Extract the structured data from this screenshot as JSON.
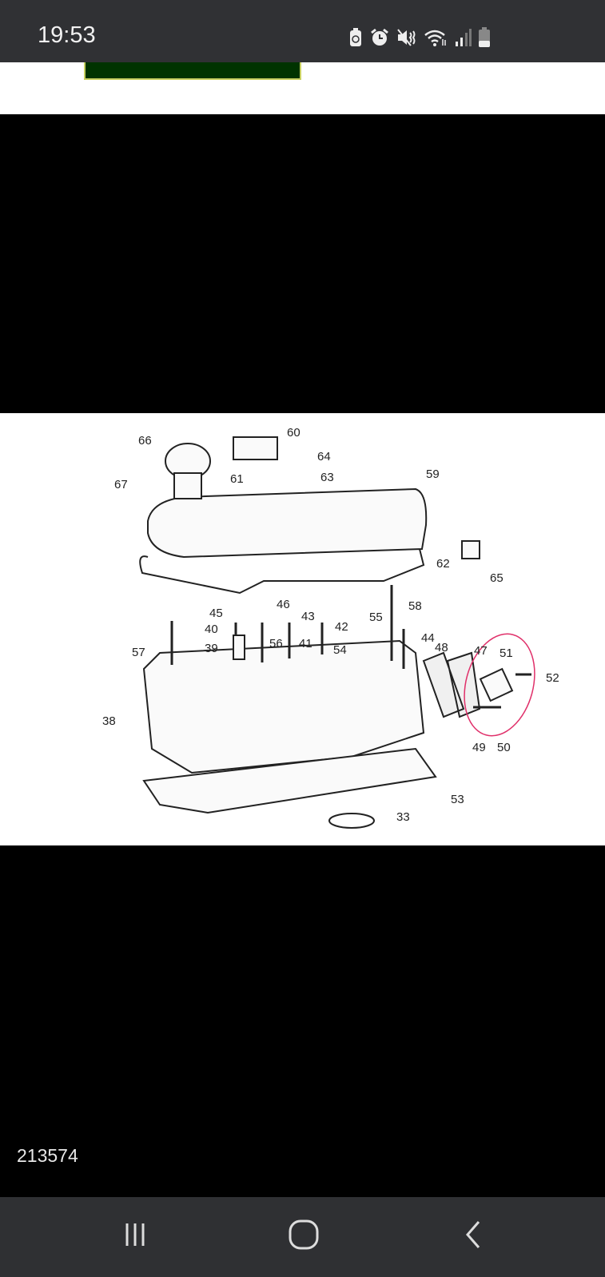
{
  "status_bar": {
    "time": "19:53",
    "icons": [
      "battery-saver-icon",
      "alarm-icon",
      "mute-icon",
      "wifi-icon",
      "signal-icon",
      "battery-icon"
    ]
  },
  "image": {
    "id_text": "213574",
    "diagram_labels": [
      "66",
      "60",
      "64",
      "61",
      "63",
      "59",
      "67",
      "62",
      "65",
      "46",
      "45",
      "58",
      "43",
      "40",
      "42",
      "55",
      "44",
      "48",
      "47",
      "51",
      "57",
      "39",
      "56",
      "41",
      "54",
      "52",
      "38",
      "49",
      "50",
      "53",
      "33"
    ],
    "highlight_color": "#e0306a"
  },
  "nav_bar": {
    "recents": "recents-icon",
    "home": "home-icon",
    "back": "back-icon"
  }
}
